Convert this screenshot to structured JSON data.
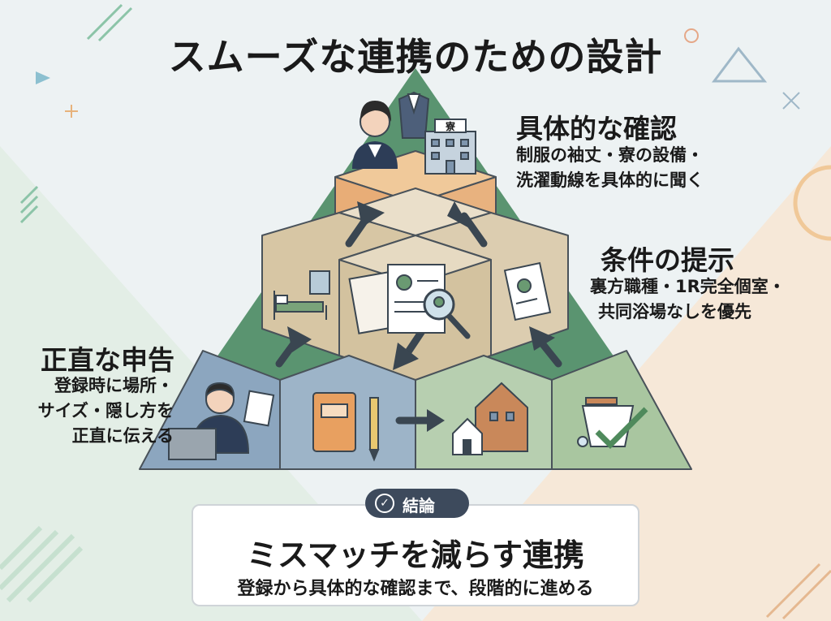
{
  "title": "スムーズな連携のための設計",
  "steps": {
    "top": {
      "heading": "具体的な確認",
      "lines": [
        "制服の袖丈・寮の設備・",
        "洗濯動線を具体的に聞く"
      ]
    },
    "middle": {
      "heading": "条件の提示",
      "lines": [
        "裏方職種・1R完全個室・",
        "共同浴場なしを優先"
      ]
    },
    "bottom": {
      "heading": "正直な申告",
      "lines": [
        "登録時に場所・",
        "サイズ・隠し方を",
        "正直に伝える"
      ]
    }
  },
  "building_sign": "寮",
  "conclusion": {
    "badge_icon": "check-circle-icon",
    "badge": "結論",
    "title": "ミスマッチを減らす連携",
    "subtitle": "登録から具体的な確認まで、段階的に進める"
  },
  "colors": {
    "pyramid_green": "#5a9470",
    "tier_top": "#e8b27f",
    "tier_middle": "#dccdb0",
    "tier_bottom_blue": "#96aec4",
    "tier_bottom_green": "#b7cfb0",
    "badge": "#3d4a5c"
  }
}
